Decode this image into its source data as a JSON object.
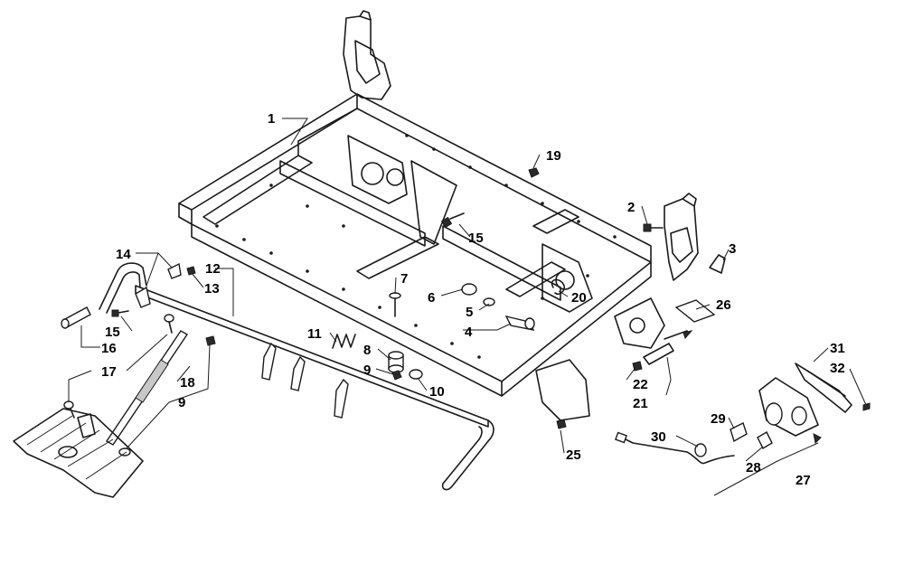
{
  "callouts": [
    {
      "id": "c1",
      "number": "1"
    },
    {
      "id": "c2",
      "number": "2"
    },
    {
      "id": "c3",
      "number": "3"
    },
    {
      "id": "c4",
      "number": "4"
    },
    {
      "id": "c5",
      "number": "5"
    },
    {
      "id": "c6",
      "number": "6"
    },
    {
      "id": "c7",
      "number": "7"
    },
    {
      "id": "c8",
      "number": "8"
    },
    {
      "id": "c9a",
      "number": "9"
    },
    {
      "id": "c9b",
      "number": "9"
    },
    {
      "id": "c10",
      "number": "10"
    },
    {
      "id": "c11",
      "number": "11"
    },
    {
      "id": "c12",
      "number": "12"
    },
    {
      "id": "c13",
      "number": "13"
    },
    {
      "id": "c14",
      "number": "14"
    },
    {
      "id": "c15a",
      "number": "15"
    },
    {
      "id": "c15b",
      "number": "15"
    },
    {
      "id": "c16",
      "number": "16"
    },
    {
      "id": "c17",
      "number": "17"
    },
    {
      "id": "c18",
      "number": "18"
    },
    {
      "id": "c19",
      "number": "19"
    },
    {
      "id": "c20",
      "number": "20"
    },
    {
      "id": "c21",
      "number": "21"
    },
    {
      "id": "c22",
      "number": "22"
    },
    {
      "id": "c25",
      "number": "25"
    },
    {
      "id": "c26",
      "number": "26"
    },
    {
      "id": "c27",
      "number": "27"
    },
    {
      "id": "c28",
      "number": "28"
    },
    {
      "id": "c29",
      "number": "29"
    },
    {
      "id": "c30",
      "number": "30"
    },
    {
      "id": "c31",
      "number": "31"
    },
    {
      "id": "c32",
      "number": "32"
    }
  ]
}
